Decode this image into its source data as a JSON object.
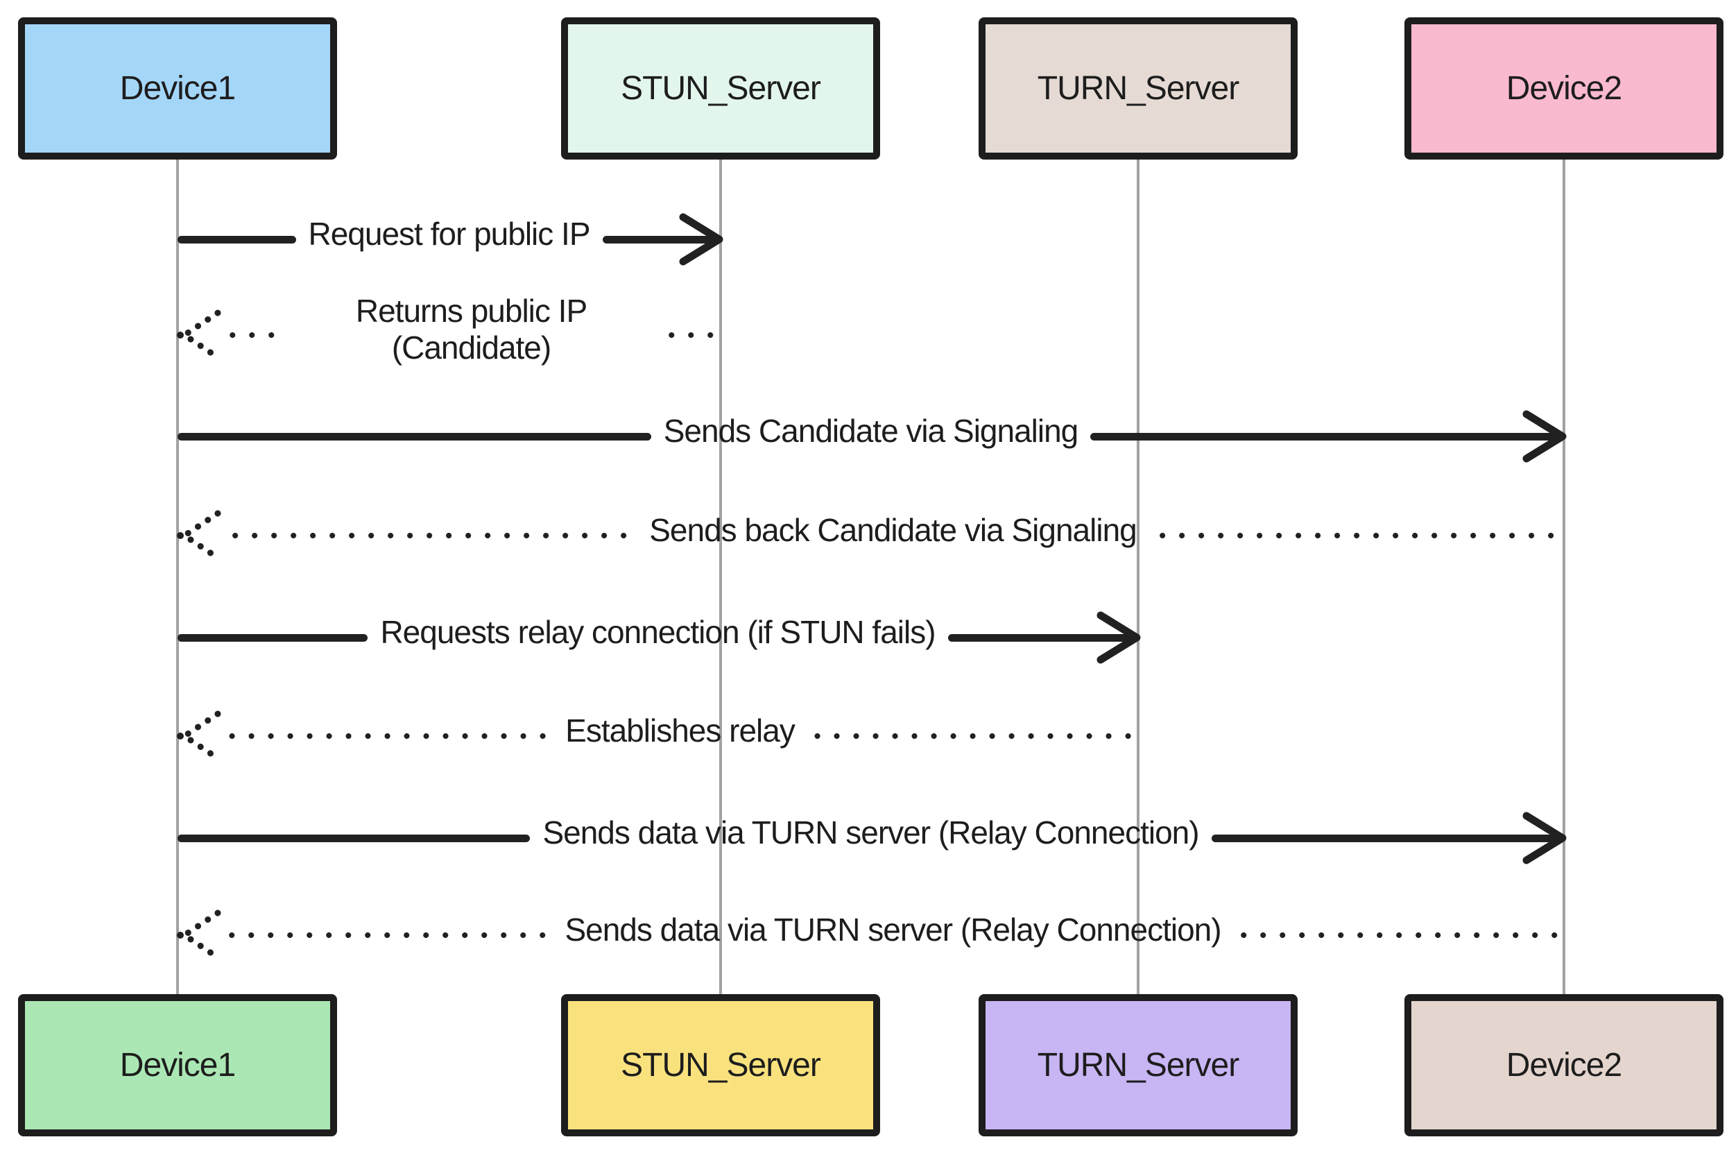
{
  "diagram": {
    "kind": "sequence-diagram",
    "style": "hand-drawn",
    "background": "#ffffff",
    "colors": {
      "border": "#1d1d1d",
      "text": "#1d1d1d",
      "arrow": "#212121",
      "lifeline": "#a2a2a2"
    },
    "actors": [
      {
        "id": "device1",
        "label": "Device1",
        "top_color": "#a4d6f8",
        "bottom_color": "#abe7b4"
      },
      {
        "id": "stun_server",
        "label": "STUN_Server",
        "top_color": "#e2f6ec",
        "bottom_color": "#f9e27e"
      },
      {
        "id": "turn_server",
        "label": "TURN_Server",
        "top_color": "#e5dbd4",
        "bottom_color": "#c8b5f4"
      },
      {
        "id": "device2",
        "label": "Device2",
        "top_color": "#f9b9ce",
        "bottom_color": "#e4d6ce"
      }
    ],
    "messages": [
      {
        "from": "Device1",
        "to": "STUN_Server",
        "line": "solid",
        "direction": "right",
        "label": "Request for public IP"
      },
      {
        "from": "STUN_Server",
        "to": "Device1",
        "line": "dotted",
        "direction": "left",
        "label": "Returns public IP (Candidate)"
      },
      {
        "from": "Device1",
        "to": "Device2",
        "line": "solid",
        "direction": "right",
        "label": "Sends Candidate via Signaling"
      },
      {
        "from": "Device2",
        "to": "Device1",
        "line": "dotted",
        "direction": "left",
        "label": "Sends back Candidate via Signaling"
      },
      {
        "from": "Device1",
        "to": "TURN_Server",
        "line": "solid",
        "direction": "right",
        "label": "Requests relay connection (if STUN fails)"
      },
      {
        "from": "TURN_Server",
        "to": "Device1",
        "line": "dotted",
        "direction": "left",
        "label": "Establishes relay"
      },
      {
        "from": "Device1",
        "to": "Device2",
        "line": "solid",
        "direction": "right",
        "label": "Sends data via TURN server (Relay Connection)"
      },
      {
        "from": "Device2",
        "to": "Device1",
        "line": "dotted",
        "direction": "left",
        "label": "Sends data via TURN server (Relay Connection)"
      }
    ]
  }
}
